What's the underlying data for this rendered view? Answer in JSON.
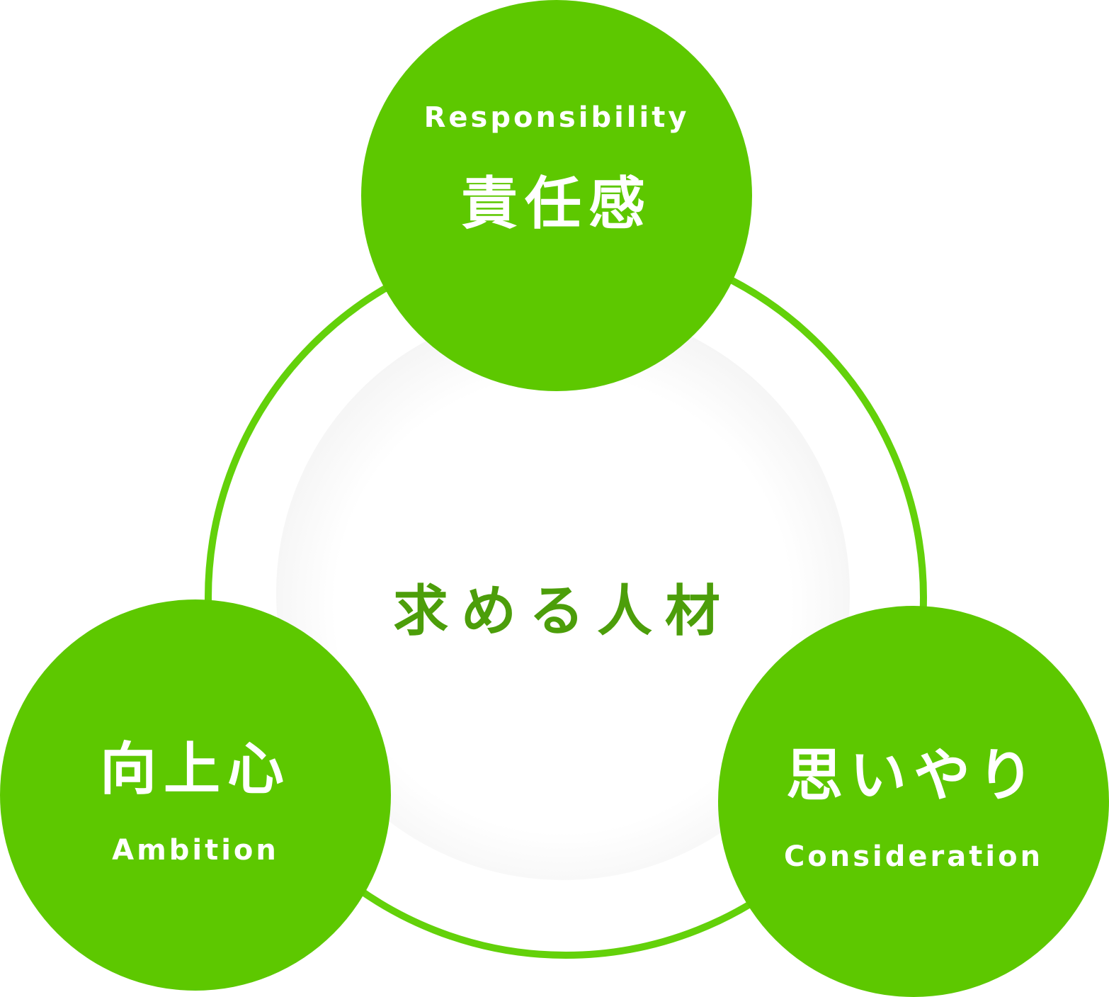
{
  "center": {
    "label": "求める人材"
  },
  "traits": [
    {
      "en": "Responsibility",
      "jp": "責任感"
    },
    {
      "en": "Ambition",
      "jp": "向上心"
    },
    {
      "en": "Consideration",
      "jp": "思いやり"
    }
  ],
  "colors": {
    "circle": "#5dc800",
    "ring": "#63d10a",
    "center_text": "#4c9e0a"
  }
}
